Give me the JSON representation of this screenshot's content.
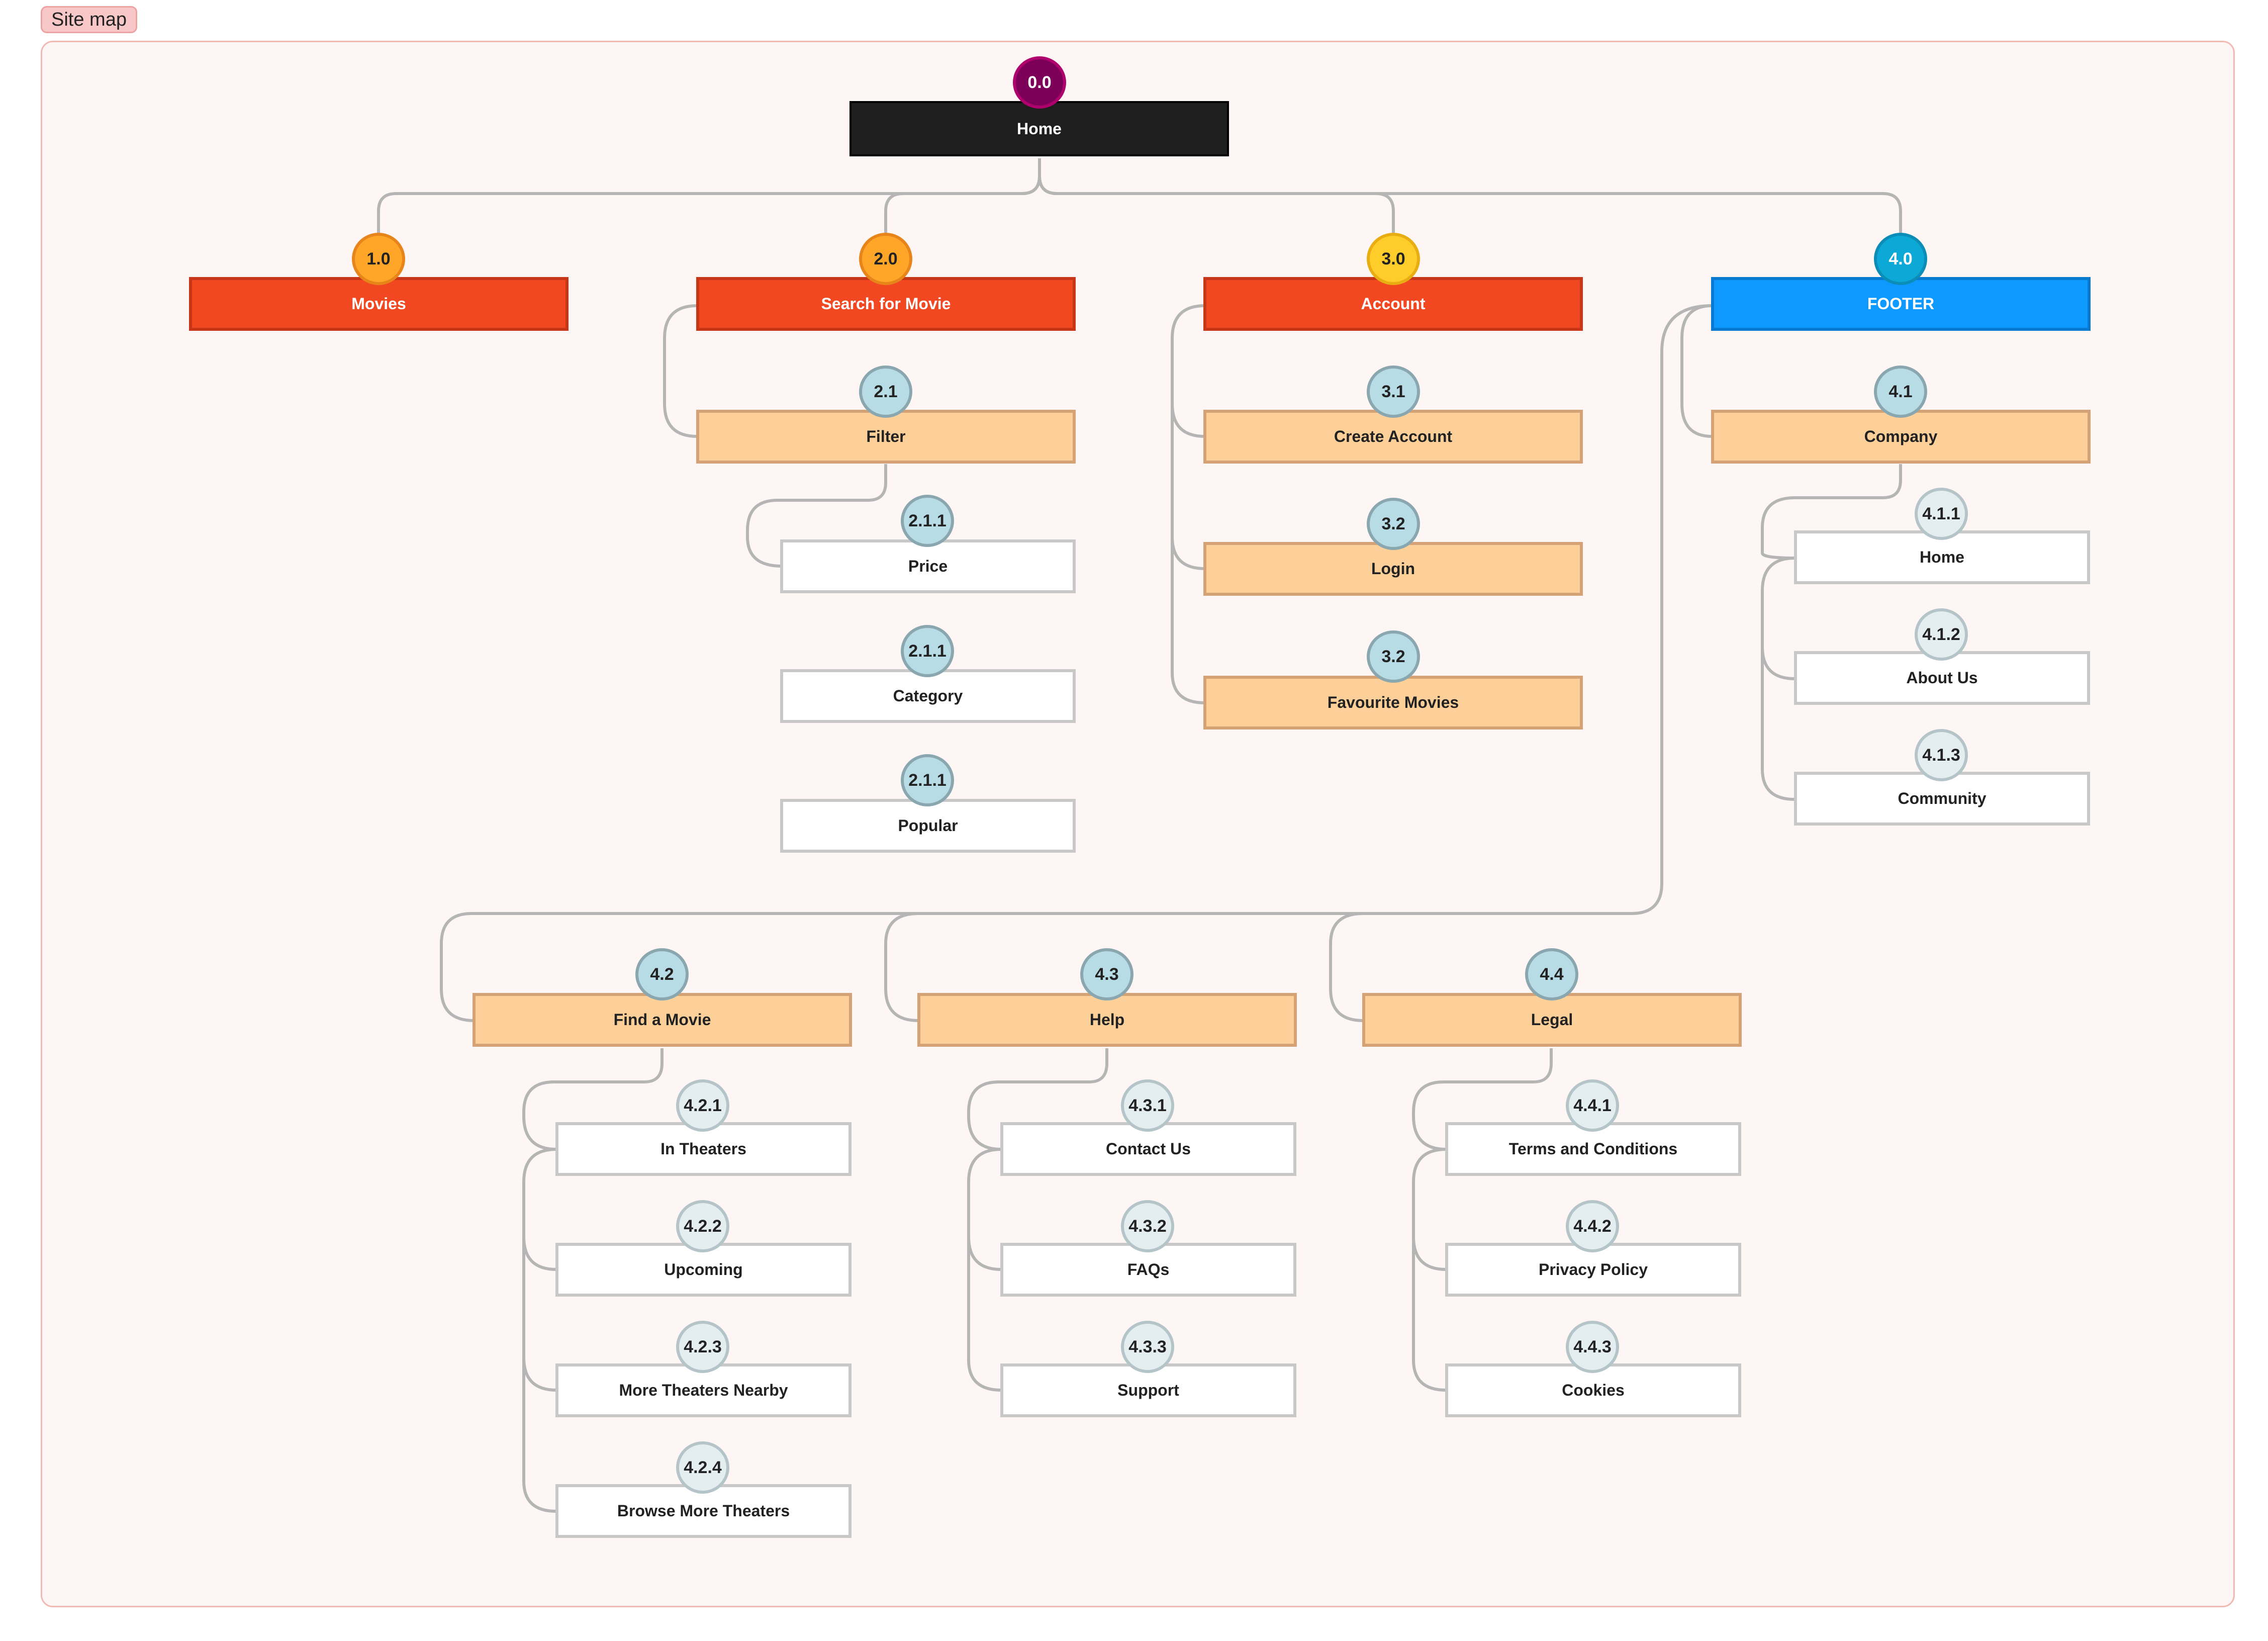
{
  "tag": "Site map",
  "colors": {
    "home": "#1e1e1e",
    "section_red": "#f24822",
    "footer_blue": "#0d99ff",
    "subsection_peach": "#fdd099",
    "leaf_white": "#ffffff",
    "connector": "#b5b5b5"
  },
  "nodes": {
    "home": {
      "num": "0.0",
      "label": "Home"
    },
    "movies": {
      "num": "1.0",
      "label": "Movies"
    },
    "search": {
      "num": "2.0",
      "label": "Search for Movie"
    },
    "filter": {
      "num": "2.1",
      "label": "Filter"
    },
    "price": {
      "num": "2.1.1",
      "label": "Price"
    },
    "category": {
      "num": "2.1.1",
      "label": "Category"
    },
    "popular": {
      "num": "2.1.1",
      "label": "Popular"
    },
    "account": {
      "num": "3.0",
      "label": "Account"
    },
    "create_account": {
      "num": "3.1",
      "label": "Create Account"
    },
    "login": {
      "num": "3.2",
      "label": "Login"
    },
    "favourite_movies": {
      "num": "3.2",
      "label": "Favourite Movies"
    },
    "footer": {
      "num": "4.0",
      "label": "FOOTER"
    },
    "company": {
      "num": "4.1",
      "label": "Company"
    },
    "company_home": {
      "num": "4.1.1",
      "label": "Home"
    },
    "about_us": {
      "num": "4.1.2",
      "label": "About Us"
    },
    "community": {
      "num": "4.1.3",
      "label": "Community"
    },
    "find_movie": {
      "num": "4.2",
      "label": "Find a Movie"
    },
    "in_theaters": {
      "num": "4.2.1",
      "label": "In Theaters"
    },
    "upcoming": {
      "num": "4.2.2",
      "label": "Upcoming"
    },
    "more_theaters": {
      "num": "4.2.3",
      "label": "More Theaters Nearby"
    },
    "browse_theaters": {
      "num": "4.2.4",
      "label": "Browse More Theaters"
    },
    "help": {
      "num": "4.3",
      "label": "Help"
    },
    "contact_us": {
      "num": "4.3.1",
      "label": "Contact Us"
    },
    "faqs": {
      "num": "4.3.2",
      "label": "FAQs"
    },
    "support": {
      "num": "4.3.3",
      "label": "Support"
    },
    "legal": {
      "num": "4.4",
      "label": "Legal"
    },
    "terms": {
      "num": "4.4.1",
      "label": "Terms and Conditions"
    },
    "privacy": {
      "num": "4.4.2",
      "label": "Privacy Policy"
    },
    "cookies": {
      "num": "4.4.3",
      "label": "Cookies"
    }
  }
}
